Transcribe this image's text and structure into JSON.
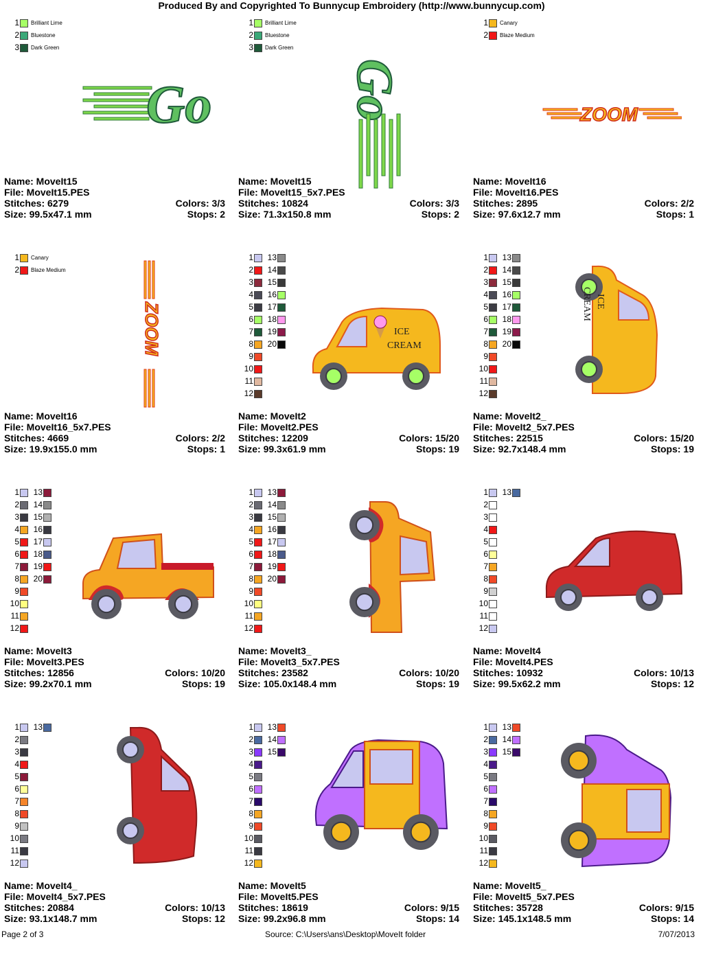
{
  "header": "Produced By and Copyrighted To Bunnycup Embroidery (http://www.bunnycup.com)",
  "footer": {
    "page": "Page 2 of 3",
    "source": "Source: C:\\Users\\ans\\Desktop\\MoveIt folder",
    "date": "7/07/2013"
  },
  "designs": [
    {
      "name": "Name: MoveIt15",
      "file": "File: MoveIt15.PES",
      "stitches": "Stitches: 6279",
      "size": "Size: 99.5x47.1 mm",
      "colors": "Colors: 3/3",
      "stops": "Stops: 2",
      "swatches": [
        {
          "n": "1",
          "c": "#a6ff66",
          "label": "Brilliant Lime"
        },
        {
          "n": "2",
          "c": "#3aa878",
          "label": "Bluestone"
        },
        {
          "n": "3",
          "c": "#1f5a3a",
          "label": "Dark Green"
        }
      ]
    },
    {
      "name": "Name: MoveIt15",
      "file": "File: MoveIt15_5x7.PES",
      "stitches": "Stitches: 10824",
      "size": "Size: 71.3x150.8 mm",
      "colors": "Colors: 3/3",
      "stops": "Stops: 2",
      "swatches": [
        {
          "n": "1",
          "c": "#a6ff66",
          "label": "Brilliant Lime"
        },
        {
          "n": "2",
          "c": "#3aa878",
          "label": "Bluestone"
        },
        {
          "n": "3",
          "c": "#1f5a3a",
          "label": "Dark Green"
        }
      ]
    },
    {
      "name": "Name: MoveIt16",
      "file": "File: MoveIt16.PES",
      "stitches": "Stitches: 2895",
      "size": "Size: 97.6x12.7 mm",
      "colors": "Colors: 2/2",
      "stops": "Stops: 1",
      "swatches": [
        {
          "n": "1",
          "c": "#f5b81e",
          "label": "Canary"
        },
        {
          "n": "2",
          "c": "#f01818",
          "label": "Blaze Medium"
        }
      ]
    },
    {
      "name": "Name: MoveIt16",
      "file": "File: MoveIt16_5x7.PES",
      "stitches": "Stitches: 4669",
      "size": "Size: 19.9x155.0 mm",
      "colors": "Colors: 2/2",
      "stops": "Stops: 1",
      "swatches": [
        {
          "n": "1",
          "c": "#f5b81e",
          "label": "Canary"
        },
        {
          "n": "2",
          "c": "#f01818",
          "label": "Blaze Medium"
        }
      ]
    },
    {
      "name": "Name: MoveIt2",
      "file": "File: MoveIt2.PES",
      "stitches": "Stitches: 12209",
      "size": "Size: 99.3x61.9 mm",
      "colors": "Colors: 15/20",
      "stops": "Stops: 19",
      "swatches": [
        {
          "n": "1",
          "c": "#c8c8f0"
        },
        {
          "n": "2",
          "c": "#f01818"
        },
        {
          "n": "3",
          "c": "#8c2a3c"
        },
        {
          "n": "4",
          "c": "#4a4a55"
        },
        {
          "n": "5",
          "c": "#3c3c44"
        },
        {
          "n": "6",
          "c": "#a6ff66"
        },
        {
          "n": "7",
          "c": "#1f5a3a"
        },
        {
          "n": "8",
          "c": "#f5a623"
        },
        {
          "n": "9",
          "c": "#f04a28"
        },
        {
          "n": "10",
          "c": "#f01818"
        },
        {
          "n": "11",
          "c": "#e0b8a0"
        },
        {
          "n": "12",
          "c": "#5a3a2a"
        },
        {
          "n": "13",
          "c": "#8a8a8a"
        },
        {
          "n": "14",
          "c": "#4a4a4a"
        },
        {
          "n": "15",
          "c": "#3a3a3a"
        },
        {
          "n": "16",
          "c": "#a6ff66"
        },
        {
          "n": "17",
          "c": "#1f5a3a"
        },
        {
          "n": "18",
          "c": "#ff99ee"
        },
        {
          "n": "19",
          "c": "#8c1a4a"
        },
        {
          "n": "20",
          "c": "#0a0a0a"
        }
      ]
    },
    {
      "name": "Name: MoveIt2_",
      "file": "File: MoveIt2_5x7.PES",
      "stitches": "Stitches: 22515",
      "size": "Size: 92.7x148.4 mm",
      "colors": "Colors: 15/20",
      "stops": "Stops: 19",
      "swatches": [
        {
          "n": "1",
          "c": "#c8c8f0"
        },
        {
          "n": "2",
          "c": "#f01818"
        },
        {
          "n": "3",
          "c": "#8c2a3c"
        },
        {
          "n": "4",
          "c": "#4a4a55"
        },
        {
          "n": "5",
          "c": "#3c3c44"
        },
        {
          "n": "6",
          "c": "#a6ff66"
        },
        {
          "n": "7",
          "c": "#1f5a3a"
        },
        {
          "n": "8",
          "c": "#f5a623"
        },
        {
          "n": "9",
          "c": "#f04a28"
        },
        {
          "n": "10",
          "c": "#f01818"
        },
        {
          "n": "11",
          "c": "#e0b8a0"
        },
        {
          "n": "12",
          "c": "#5a3a2a"
        },
        {
          "n": "13",
          "c": "#8a8a8a"
        },
        {
          "n": "14",
          "c": "#4a4a4a"
        },
        {
          "n": "15",
          "c": "#3a3a3a"
        },
        {
          "n": "16",
          "c": "#a6ff66"
        },
        {
          "n": "17",
          "c": "#1f5a3a"
        },
        {
          "n": "18",
          "c": "#ff99ee"
        },
        {
          "n": "19",
          "c": "#8c1a4a"
        },
        {
          "n": "20",
          "c": "#0a0a0a"
        }
      ]
    },
    {
      "name": "Name: MoveIt3",
      "file": "File: MoveIt3.PES",
      "stitches": "Stitches: 12856",
      "size": "Size: 99.2x70.1 mm",
      "colors": "Colors: 10/20",
      "stops": "Stops: 19",
      "swatches": [
        {
          "n": "1",
          "c": "#c8c8f0"
        },
        {
          "n": "2",
          "c": "#6a6a72"
        },
        {
          "n": "3",
          "c": "#3a3a42"
        },
        {
          "n": "4",
          "c": "#f5a623"
        },
        {
          "n": "5",
          "c": "#f01818"
        },
        {
          "n": "6",
          "c": "#f01818"
        },
        {
          "n": "7",
          "c": "#8c1a3a"
        },
        {
          "n": "8",
          "c": "#f5a623"
        },
        {
          "n": "9",
          "c": "#f04a28"
        },
        {
          "n": "10",
          "c": "#ffff80"
        },
        {
          "n": "11",
          "c": "#f5a623"
        },
        {
          "n": "12",
          "c": "#f01818"
        },
        {
          "n": "13",
          "c": "#8c1a3a"
        },
        {
          "n": "14",
          "c": "#8a8a8a"
        },
        {
          "n": "15",
          "c": "#b0b0b0"
        },
        {
          "n": "16",
          "c": "#3a3a42"
        },
        {
          "n": "17",
          "c": "#c8c8f0"
        },
        {
          "n": "18",
          "c": "#4a5a8a"
        },
        {
          "n": "19",
          "c": "#f01818"
        },
        {
          "n": "20",
          "c": "#8c1a3a"
        }
      ]
    },
    {
      "name": "Name: MoveIt3_",
      "file": "File: MoveIt3_5x7.PES",
      "stitches": "Stitches: 23582",
      "size": "Size: 105.0x148.4 mm",
      "colors": "Colors: 10/20",
      "stops": "Stops: 19",
      "swatches": [
        {
          "n": "1",
          "c": "#c8c8f0"
        },
        {
          "n": "2",
          "c": "#6a6a72"
        },
        {
          "n": "3",
          "c": "#3a3a42"
        },
        {
          "n": "4",
          "c": "#f5a623"
        },
        {
          "n": "5",
          "c": "#f01818"
        },
        {
          "n": "6",
          "c": "#f01818"
        },
        {
          "n": "7",
          "c": "#8c1a3a"
        },
        {
          "n": "8",
          "c": "#f5a623"
        },
        {
          "n": "9",
          "c": "#f04a28"
        },
        {
          "n": "10",
          "c": "#ffff80"
        },
        {
          "n": "11",
          "c": "#f5a623"
        },
        {
          "n": "12",
          "c": "#f01818"
        },
        {
          "n": "13",
          "c": "#8c1a3a"
        },
        {
          "n": "14",
          "c": "#8a8a8a"
        },
        {
          "n": "15",
          "c": "#b0b0b0"
        },
        {
          "n": "16",
          "c": "#3a3a42"
        },
        {
          "n": "17",
          "c": "#c8c8f0"
        },
        {
          "n": "18",
          "c": "#4a5a8a"
        },
        {
          "n": "19",
          "c": "#f01818"
        },
        {
          "n": "20",
          "c": "#8c1a3a"
        }
      ]
    },
    {
      "name": "Name: MoveIt4",
      "file": "File: MoveIt4.PES",
      "stitches": "Stitches: 10932",
      "size": "Size: 99.5x62.2 mm",
      "colors": "Colors: 10/13",
      "stops": "Stops: 12",
      "swatches": [
        {
          "n": "1",
          "c": "#c8c8f0"
        },
        {
          "n": "2",
          "c": "#ffffff"
        },
        {
          "n": "3",
          "c": "#ffffff"
        },
        {
          "n": "4",
          "c": "#f01818"
        },
        {
          "n": "5",
          "c": "#ffffff"
        },
        {
          "n": "6",
          "c": "#ffff99"
        },
        {
          "n": "7",
          "c": "#f5a623"
        },
        {
          "n": "8",
          "c": "#f04a28"
        },
        {
          "n": "9",
          "c": "#d0d0d0"
        },
        {
          "n": "10",
          "c": "#ffffff"
        },
        {
          "n": "11",
          "c": "#ffffff"
        },
        {
          "n": "12",
          "c": "#c8c8f0"
        },
        {
          "n": "13",
          "c": "#4a6aa0"
        }
      ]
    },
    {
      "name": "Name: MoveIt4_",
      "file": "File: MoveIt4_5x7.PES",
      "stitches": "Stitches: 20884",
      "size": "Size: 93.1x148.7 mm",
      "colors": "Colors: 10/13",
      "stops": "Stops: 12",
      "swatches": [
        {
          "n": "1",
          "c": "#c8c8f0"
        },
        {
          "n": "2",
          "c": "#7a7a82"
        },
        {
          "n": "3",
          "c": "#3a3a42"
        },
        {
          "n": "4",
          "c": "#f01818"
        },
        {
          "n": "5",
          "c": "#8c1a3a"
        },
        {
          "n": "6",
          "c": "#ffff99"
        },
        {
          "n": "7",
          "c": "#f5852a"
        },
        {
          "n": "8",
          "c": "#f04a28"
        },
        {
          "n": "9",
          "c": "#c0c0c0"
        },
        {
          "n": "10",
          "c": "#7a7a82"
        },
        {
          "n": "11",
          "c": "#3a3a42"
        },
        {
          "n": "12",
          "c": "#c8c8f0"
        },
        {
          "n": "13",
          "c": "#4a6aa0"
        }
      ]
    },
    {
      "name": "Name: MoveIt5",
      "file": "File: MoveIt5.PES",
      "stitches": "Stitches: 18619",
      "size": "Size: 99.2x96.8 mm",
      "colors": "Colors: 9/15",
      "stops": "Stops: 14",
      "swatches": [
        {
          "n": "1",
          "c": "#c8c8f0"
        },
        {
          "n": "2",
          "c": "#4a6aa0"
        },
        {
          "n": "3",
          "c": "#8a3aff"
        },
        {
          "n": "4",
          "c": "#4a1a8a"
        },
        {
          "n": "5",
          "c": "#7a7a82"
        },
        {
          "n": "6",
          "c": "#c070ff"
        },
        {
          "n": "7",
          "c": "#2a0a6a"
        },
        {
          "n": "8",
          "c": "#f5a623"
        },
        {
          "n": "9",
          "c": "#f04a28"
        },
        {
          "n": "10",
          "c": "#5a5a62"
        },
        {
          "n": "11",
          "c": "#3a3a42"
        },
        {
          "n": "12",
          "c": "#f5b81e"
        },
        {
          "n": "13",
          "c": "#f04a28"
        },
        {
          "n": "14",
          "c": "#c070ff"
        },
        {
          "n": "15",
          "c": "#3a0a6a"
        }
      ]
    },
    {
      "name": "Name: MoveIt5_",
      "file": "File: MoveIt5_5x7.PES",
      "stitches": "Stitches: 35728",
      "size": "Size: 145.1x148.5 mm",
      "colors": "Colors: 9/15",
      "stops": "Stops: 14",
      "swatches": [
        {
          "n": "1",
          "c": "#c8c8f0"
        },
        {
          "n": "2",
          "c": "#4a6aa0"
        },
        {
          "n": "3",
          "c": "#8a3aff"
        },
        {
          "n": "4",
          "c": "#4a1a8a"
        },
        {
          "n": "5",
          "c": "#7a7a82"
        },
        {
          "n": "6",
          "c": "#c070ff"
        },
        {
          "n": "7",
          "c": "#2a0a6a"
        },
        {
          "n": "8",
          "c": "#f5a623"
        },
        {
          "n": "9",
          "c": "#f04a28"
        },
        {
          "n": "10",
          "c": "#5a5a62"
        },
        {
          "n": "11",
          "c": "#3a3a42"
        },
        {
          "n": "12",
          "c": "#f5b81e"
        },
        {
          "n": "13",
          "c": "#f04a28"
        },
        {
          "n": "14",
          "c": "#c070ff"
        },
        {
          "n": "15",
          "c": "#3a0a6a"
        }
      ]
    }
  ],
  "art_text": {
    "go": "Go",
    "zoom": "ZOOM",
    "ice": "ICE",
    "cream": "CREAM"
  }
}
